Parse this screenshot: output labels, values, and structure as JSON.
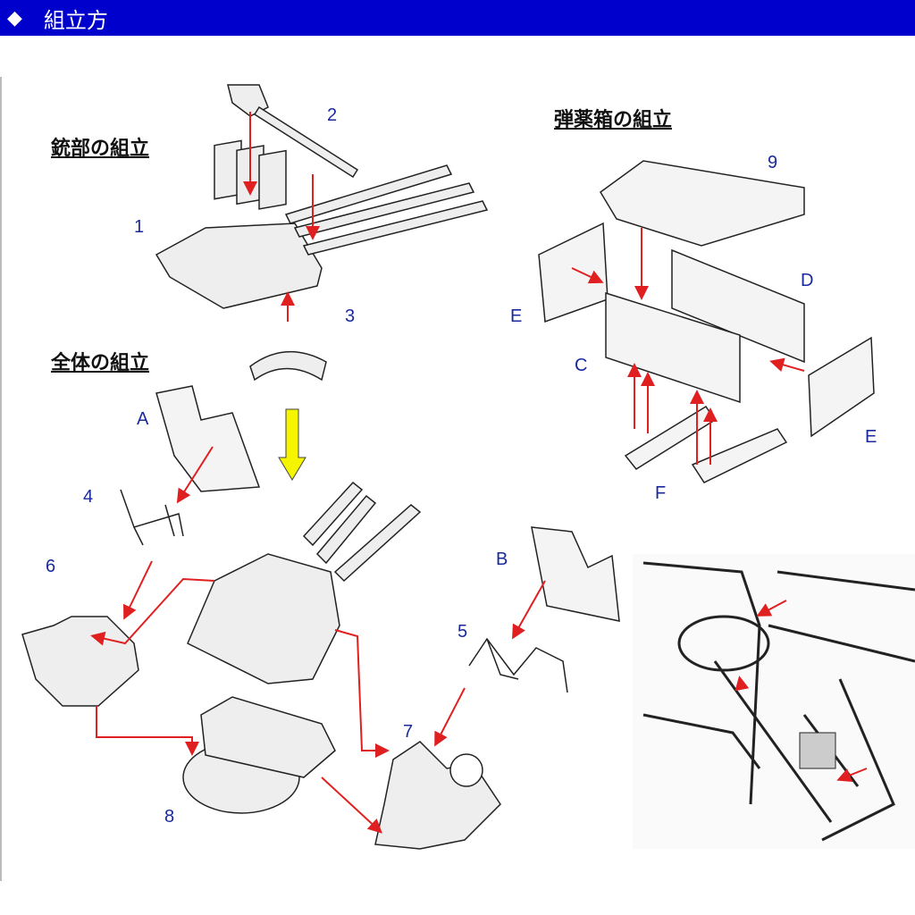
{
  "header": {
    "icon": "diamond-icon",
    "title": "組立方"
  },
  "sections": {
    "gun": "銃部の組立",
    "overall": "全体の組立",
    "ammo": "弾薬箱の組立"
  },
  "labels": {
    "p1": "1",
    "p2": "2",
    "p3": "3",
    "p4": "4",
    "p5": "5",
    "p6": "6",
    "p7": "7",
    "p8": "8",
    "p9": "9",
    "A": "A",
    "B": "B",
    "C": "C",
    "D": "D",
    "E1": "E",
    "E2": "E",
    "F": "F"
  },
  "colors": {
    "header": "#0000cc",
    "label": "#1a2a9c",
    "arrow": "#e02020",
    "highlight_arrow": "#f5f500"
  }
}
